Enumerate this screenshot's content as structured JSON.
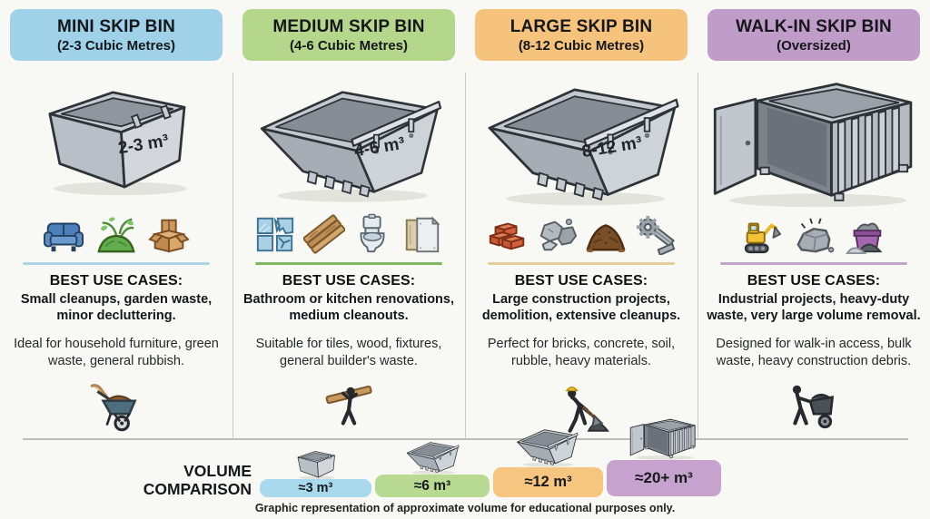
{
  "columns": [
    {
      "title": "MINI SKIP BIN",
      "subtitle": "(2-3 Cubic Metres)",
      "header_color": "#9fd2e8",
      "divider_color": "#a9d6e9",
      "bin_type": "box",
      "bin_label": "2-3 m³",
      "waste_icons": [
        "sofa-icon",
        "garden-waste-icon",
        "cardboard-boxes-icon"
      ],
      "best_use_heading": "BEST USE CASES:",
      "best_use": "Small cleanups, garden waste, minor decluttering.",
      "description": "Ideal for household furniture, green waste, general rubbish.",
      "worker_icon": "wheelbarrow-icon"
    },
    {
      "title": "MEDIUM SKIP BIN",
      "subtitle": "(4-6 Cubic Metres)",
      "header_color": "#b4d78c",
      "divider_color": "#7cb95e",
      "bin_type": "skip",
      "bin_label": "4-6 m³",
      "waste_icons": [
        "broken-tiles-icon",
        "wood-planks-icon",
        "toilet-icon",
        "plasterboard-icon"
      ],
      "best_use_heading": "BEST USE CASES:",
      "best_use": "Bathroom or kitchen renovations, medium cleanouts.",
      "description": "Suitable for tiles, wood, fixtures, general builder's waste.",
      "worker_icon": "carrying-plank-icon"
    },
    {
      "title": "LARGE SKIP BIN",
      "subtitle": "(8-12 Cubic Metres)",
      "header_color": "#f5c37c",
      "divider_color": "#e4cd97",
      "bin_type": "skip",
      "bin_label": "8-12 m³",
      "waste_icons": [
        "bricks-icon",
        "concrete-rubble-icon",
        "soil-icon",
        "scrap-metal-icon"
      ],
      "best_use_heading": "BEST USE CASES:",
      "best_use": "Large construction projects, demolition, extensive cleanups.",
      "description": "Perfect for bricks, concrete, soil, rubble, heavy materials.",
      "worker_icon": "shoveling-worker-icon"
    },
    {
      "title": "WALK-IN SKIP BIN",
      "subtitle": "(Oversized)",
      "header_color": "#bf9dc8",
      "divider_color": "#c3a5cc",
      "bin_type": "walkin",
      "bin_label": "",
      "waste_icons": [
        "excavator-icon",
        "heavy-rock-icon",
        "rubble-bin-icon"
      ],
      "best_use_heading": "BEST USE CASES:",
      "best_use": "Industrial projects, heavy-duty waste, very large volume removal.",
      "description": "Designed for walk-in access, bulk waste, heavy construction debris.",
      "worker_icon": "pushing-cart-icon"
    }
  ],
  "volume_comparison": {
    "label": "VOLUME COMPARISON",
    "items": [
      {
        "value": "≈3 m³",
        "color": "#a9d9ec",
        "bin_type": "box"
      },
      {
        "value": "≈6 m³",
        "color": "#b8da92",
        "bin_type": "skip"
      },
      {
        "value": "≈12 m³",
        "color": "#f6c680",
        "bin_type": "skip"
      },
      {
        "value": "≈20+ m³",
        "color": "#c6a3cf",
        "bin_type": "walkin"
      }
    ],
    "disclaimer": "Graphic representation of approximate volume for educational purposes only."
  }
}
